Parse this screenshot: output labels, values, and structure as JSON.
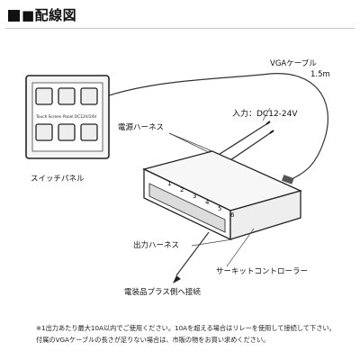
{
  "header": {
    "title": "■配線図"
  },
  "labels": {
    "vga_cable": "VGAケーブル",
    "vga_length": "1.5m",
    "power_input": "入力：DC12-24V",
    "power_harness": "電源ハーネス",
    "switch_panel": "スイッチパネル",
    "output_harness": "出力ハーネス",
    "circuit_controller": "サーキットコントローラー",
    "accessory_plus": "電装品プラス側へ接続"
  },
  "panel": {
    "print": "Touch Screen Panel DC12V/24V"
  },
  "controller": {
    "ports": [
      "1",
      "2",
      "3",
      "4",
      "5",
      "6"
    ]
  },
  "notes": [
    "※1出力あたり最大10A以内でご使用ください。10Aを超える場合はリレーを使用して接続して下さい。",
    "付属のVGAケーブルの長さが足りない場合は、市販の物をお買い求めください。"
  ]
}
